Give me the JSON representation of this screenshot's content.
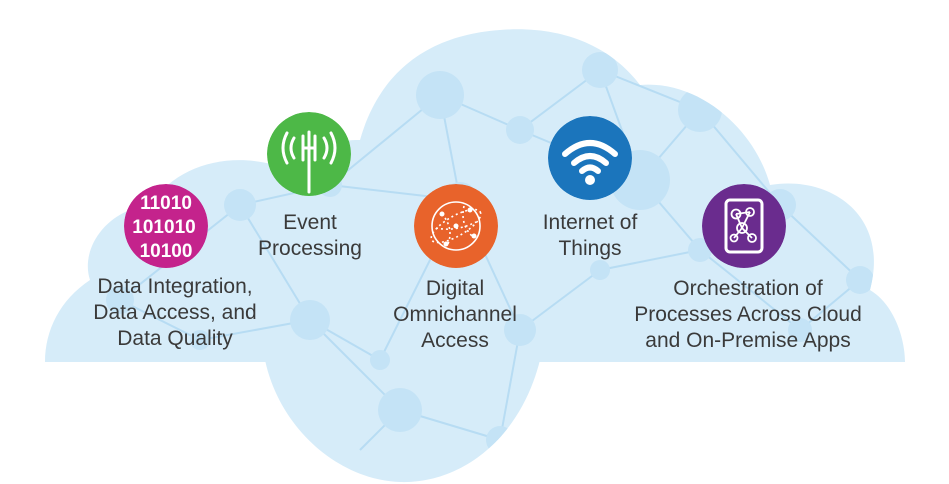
{
  "colors": {
    "cloud": "#d6ecf9",
    "network": "#b7dcf3",
    "text": "#3a3a3a",
    "data_integration": "#c4238c",
    "event_processing": "#4db847",
    "digital_omnichannel": "#e8632b",
    "internet_of_things": "#1b75bc",
    "orchestration": "#6a2c8e"
  },
  "items": [
    {
      "icon": "binary-code-icon",
      "binary_rows": [
        "11010",
        "101010",
        "10100"
      ],
      "lines": [
        "Data Integration,",
        "Data Access, and",
        "Data Quality"
      ]
    },
    {
      "icon": "radio-tower-icon",
      "lines": [
        "Event",
        "Processing"
      ]
    },
    {
      "icon": "globe-network-icon",
      "lines": [
        "Digital",
        "Omnichannel",
        "Access"
      ]
    },
    {
      "icon": "wifi-icon",
      "lines": [
        "Internet of",
        "Things"
      ]
    },
    {
      "icon": "tablet-network-icon",
      "lines": [
        "Orchestration of",
        "Processes Across Cloud",
        "and On-Premise Apps"
      ]
    }
  ]
}
